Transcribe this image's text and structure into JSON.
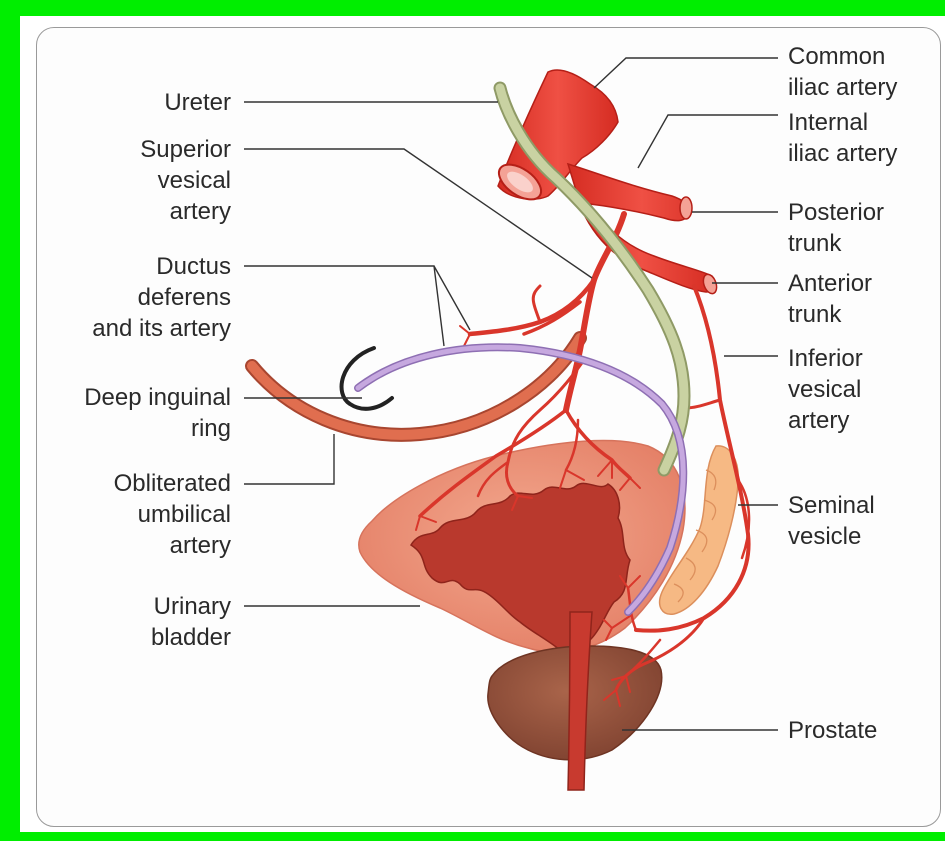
{
  "labels": {
    "ureter": "Ureter",
    "superior_vesical_artery": "Superior\nvesical\nartery",
    "ductus_deferens": "Ductus\ndeferens\nand its artery",
    "deep_inguinal_ring": "Deep inguinal\nring",
    "obliterated_umbilical_artery": "Obliterated\numbilical\nartery",
    "urinary_bladder": "Urinary\nbladder",
    "common_iliac_artery": "Common\niliac artery",
    "internal_iliac_artery": "Internal\niliac artery",
    "posterior_trunk": "Posterior\ntrunk",
    "anterior_trunk": "Anterior\ntrunk",
    "inferior_vesical_artery": "Inferior\nvesical\nartery",
    "seminal_vesicle": "Seminal\nvesicle",
    "prostate": "Prostate"
  },
  "colors": {
    "frame_border": "#00ee00",
    "artery": "#e23b30",
    "bladder": "#eb8e76",
    "bladder_lumen": "#b83a2e",
    "ureter": "#c6cf9e",
    "ductus_deferens": "#b999d3",
    "seminal_vesicle": "#f6b984",
    "prostate": "#97553b",
    "umbilical": "#db6a4b"
  }
}
